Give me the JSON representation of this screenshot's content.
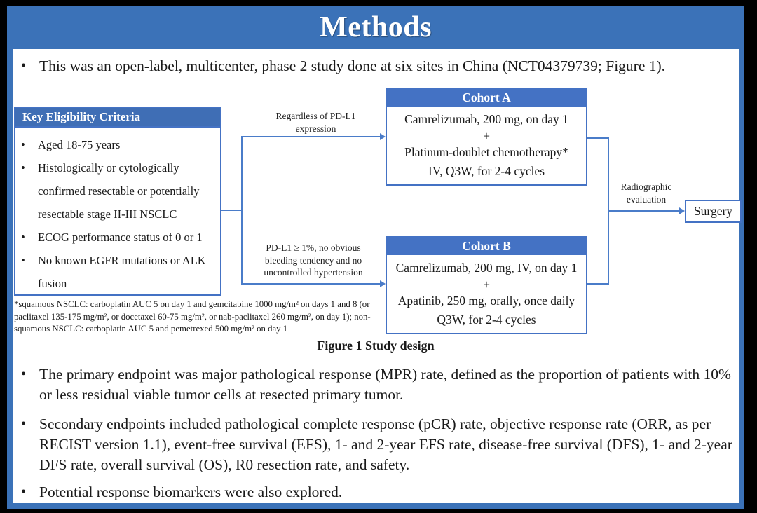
{
  "slide": {
    "title": "Methods",
    "colors": {
      "title_bar_blue": "#3b72b8",
      "box_header_blue": "#4472c4",
      "border_blue": "#4472c4",
      "connector_blue": "#4a7cc9"
    }
  },
  "intro_bullet": "This was an open-label, multicenter, phase 2 study done at six sites in China (NCT04379739; Figure 1).",
  "figure": {
    "caption": "Figure 1 Study design",
    "eligibility": {
      "title": "Key Eligibility Criteria",
      "items": [
        "Aged 18-75 years",
        "Histologically or cytologically confirmed resectable or potentially resectable stage II-III NSCLC",
        "ECOG performance status of 0 or 1",
        "No known EGFR mutations or ALK fusion"
      ]
    },
    "branch_label_a": "Regardless of PD-L1 expression",
    "branch_label_b": "PD-L1 ≥ 1%, no obvious bleeding tendency and no uncontrolled hypertension",
    "cohort_a": {
      "title": "Cohort A",
      "lines": [
        "Camrelizumab, 200 mg, on day 1",
        "+",
        "Platinum-doublet chemotherapy*",
        "IV, Q3W, for 2-4 cycles"
      ]
    },
    "cohort_b": {
      "title": "Cohort B",
      "lines": [
        "Camrelizumab, 200 mg, IV, on day 1",
        "+",
        "Apatinib, 250 mg, orally, once daily",
        "Q3W, for 2-4 cycles"
      ]
    },
    "evaluation_label": "Radiographic evaluation",
    "surgery_label": "Surgery",
    "footnote": "*squamous NSCLC: carboplatin AUC 5 on day 1 and gemcitabine 1000 mg/m² on days 1 and 8 (or paclitaxel 135-175 mg/m², or docetaxel 60-75 mg/m², or nab-paclitaxel 260 mg/m², on day 1); non-squamous NSCLC: carboplatin AUC 5 and pemetrexed 500 mg/m² on day 1"
  },
  "bullets": [
    "The primary endpoint was major pathological response (MPR) rate, defined as the proportion of patients with 10% or less residual viable tumor cells at resected primary tumor.",
    "Secondary endpoints included pathological complete response (pCR) rate, objective response rate (ORR, as per RECIST version 1.1), event-free survival (EFS), 1- and 2-year EFS rate, disease-free survival (DFS), 1- and 2-year DFS rate, overall survival (OS), R0 resection rate, and safety.",
    "Potential response biomarkers were also explored."
  ]
}
